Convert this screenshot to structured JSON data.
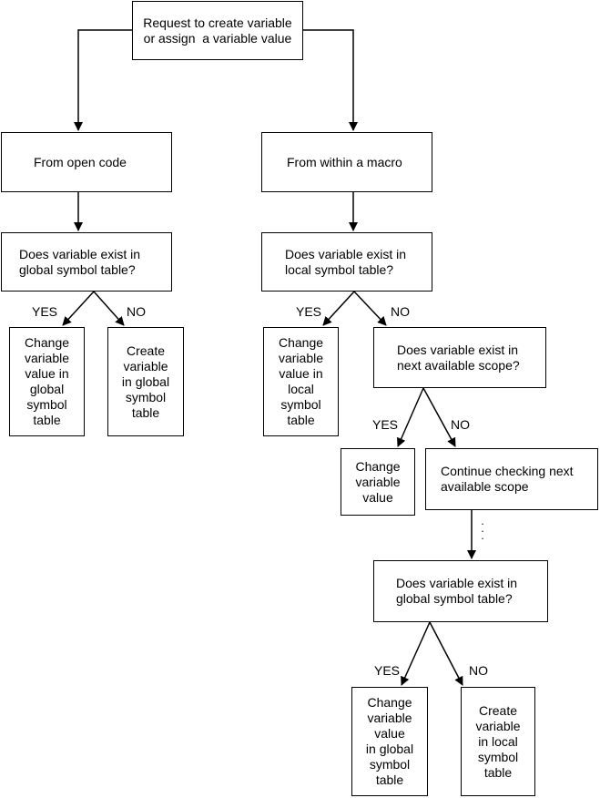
{
  "nodes": {
    "request": [
      "Request to create variable",
      "or assign  a variable value"
    ],
    "open_code": [
      "From open code"
    ],
    "macro": [
      "From within a macro"
    ],
    "global_q1": [
      "Does variable exist in",
      "global symbol table?"
    ],
    "local_q": [
      "Does variable exist in",
      "local symbol table?"
    ],
    "change_global1": [
      "Change",
      "variable",
      "value in",
      "global",
      "symbol",
      "table"
    ],
    "create_global": [
      "Create",
      "variable",
      "in global",
      "symbol",
      "table"
    ],
    "change_local": [
      "Change",
      "variable",
      "value in",
      "local",
      "symbol",
      "table"
    ],
    "next_scope_q": [
      "Does variable exist in",
      "next available scope?"
    ],
    "change_value": [
      "Change",
      "variable",
      "value"
    ],
    "continue_checking": [
      "Continue checking next",
      "available scope"
    ],
    "global_q2": [
      "Does variable exist in",
      "global symbol table?"
    ],
    "change_global2": [
      "Change",
      "variable",
      "value",
      "in global",
      "symbol",
      "table"
    ],
    "create_local": [
      "Create",
      "variable",
      "in local",
      "symbol",
      "table"
    ]
  },
  "labels": {
    "yes": "YES",
    "no": "NO",
    "ellipsis": ". . ."
  }
}
